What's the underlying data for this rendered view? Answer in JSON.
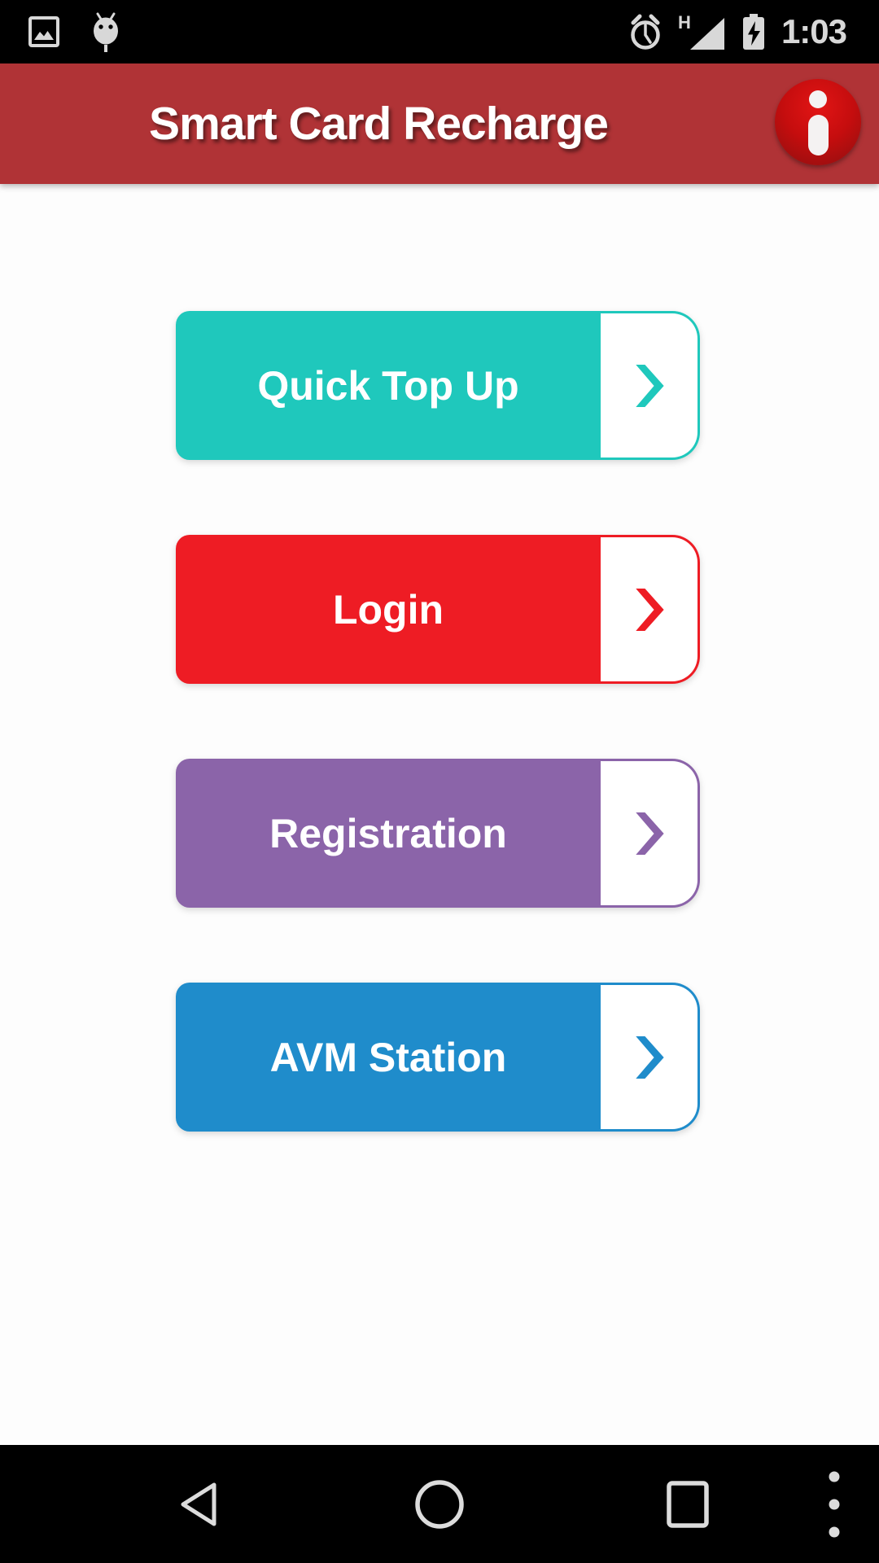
{
  "status_bar": {
    "time": "1:03",
    "network_label": "H",
    "icon_color": "#d8d8d8"
  },
  "header": {
    "title": "Smart Card Recharge",
    "background_color": "#b03336",
    "info_button": {
      "icon": "info-icon",
      "color": "#c50d0e"
    }
  },
  "menu_buttons": [
    {
      "label": "Quick Top Up",
      "color": "#1fc8bc"
    },
    {
      "label": "Login",
      "color": "#ee1c24"
    },
    {
      "label": "Registration",
      "color": "#8b64a9"
    },
    {
      "label": "AVM Station",
      "color": "#1f8ccb"
    }
  ],
  "nav_bar": {
    "icons": [
      "back-icon",
      "home-icon",
      "recents-icon",
      "overflow-menu-icon"
    ],
    "icon_color": "#dcdcdc"
  }
}
